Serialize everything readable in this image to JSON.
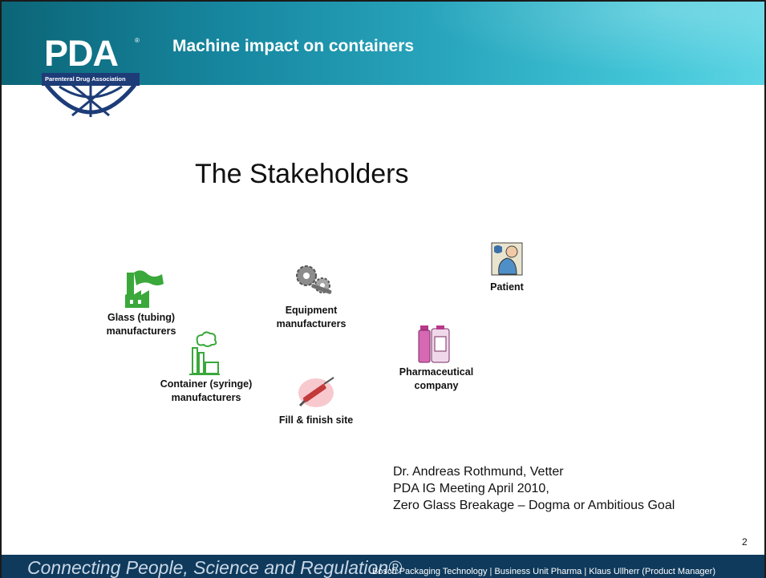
{
  "header": {
    "title": "Machine impact on containers"
  },
  "logo": {
    "text": "PDA",
    "registered": "®",
    "subtitle": "Parenteral Drug Association"
  },
  "heading": "The Stakeholders",
  "stakeholders": [
    {
      "icon": "factory-icon",
      "lines": [
        "Glass (tubing)",
        "manufacturers"
      ]
    },
    {
      "icon": "gears-icon",
      "lines": [
        "Equipment",
        "manufacturers"
      ]
    },
    {
      "icon": "patient-icon",
      "lines": [
        "Patient"
      ]
    },
    {
      "icon": "factory-smoke-icon",
      "lines": [
        "Container (syringe)",
        "manufacturers"
      ]
    },
    {
      "icon": "syringe-icon",
      "lines": [
        "Fill & finish site"
      ]
    },
    {
      "icon": "vial-icon",
      "lines": [
        "Pharmaceutical",
        "company"
      ]
    }
  ],
  "citation": [
    "Dr. Andreas Rothmund, Vetter",
    "PDA IG Meeting April 2010,",
    "Zero Glass Breakage – Dogma or Ambitious Goal"
  ],
  "page_number": "2",
  "footer": {
    "slogan": "Connecting People, Science and Regulation®",
    "credit": "Bosch Packaging Technology | Business Unit Pharma | Klaus Ullherr (Product Manager)"
  },
  "colors": {
    "header_start": "#0c6577",
    "header_end": "#5dd4e3",
    "logo_navy": "#1d3c78",
    "footer": "#0f3a5c",
    "factory_green": "#3aa83a"
  }
}
